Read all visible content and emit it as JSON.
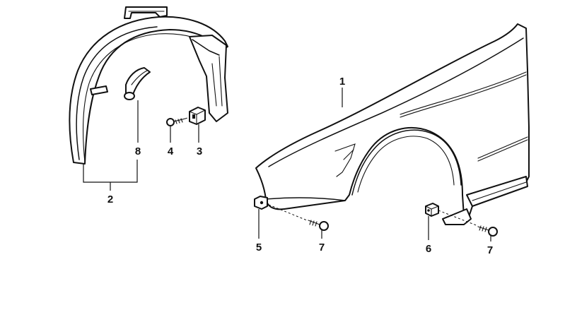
{
  "callouts": {
    "front_fender": "1",
    "wheel_arch_cover": "2",
    "expanding_nut": "3",
    "screw_small": "4",
    "clip_front": "5",
    "clip_rear": "6",
    "screw_front": "7",
    "screw_rear": "7",
    "rubber_strip": "8"
  }
}
